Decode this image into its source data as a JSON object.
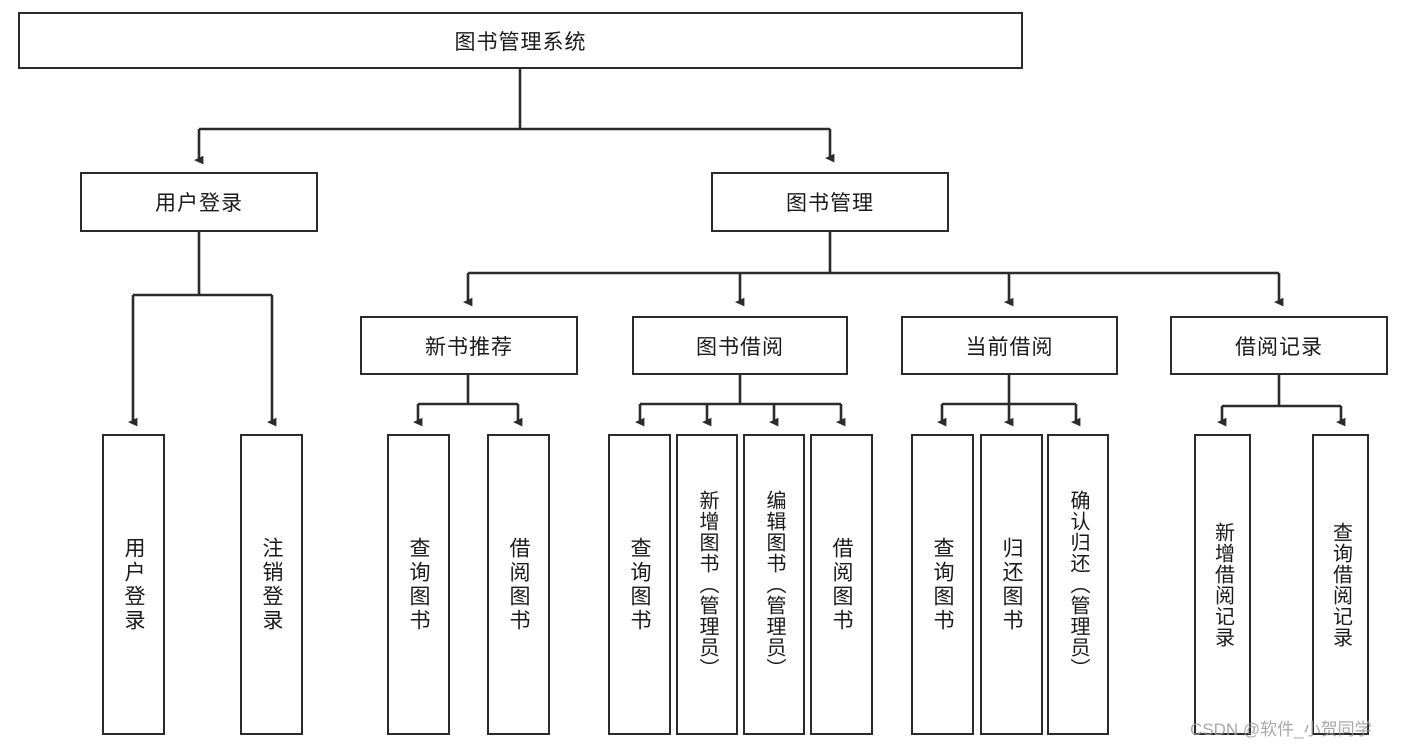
{
  "diagram": {
    "type": "tree",
    "title_node": {
      "label": "图书管理系统"
    },
    "level1": [
      {
        "label": "用户登录"
      },
      {
        "label": "图书管理"
      }
    ],
    "level2": [
      {
        "label": "新书推荐"
      },
      {
        "label": "图书借阅"
      },
      {
        "label": "当前借阅"
      },
      {
        "label": "借阅记录"
      }
    ],
    "leaves": {
      "user_login": [
        {
          "label": "用户登录"
        },
        {
          "label": "注销登录"
        }
      ],
      "new_book_rec": [
        {
          "label": "查询图书"
        },
        {
          "label": "借阅图书"
        }
      ],
      "book_borrow": [
        {
          "label": "查询图书"
        },
        {
          "label": "新增图书（管理员）"
        },
        {
          "label": "编辑图书（管理员）"
        },
        {
          "label": "借阅图书"
        }
      ],
      "current_borrow": [
        {
          "label": "查询图书"
        },
        {
          "label": "归还图书"
        },
        {
          "label": "确认归还（管理员）"
        }
      ],
      "borrow_record": [
        {
          "label": "新增借阅记录"
        },
        {
          "label": "查询借阅记录"
        }
      ]
    }
  },
  "watermark": {
    "text": "CSDN @软件_小贺同学"
  },
  "colors": {
    "stroke": "#2b2b2b",
    "fill": "#ffffff",
    "text": "#1a1a1a",
    "watermark": "#9a9a9a"
  }
}
